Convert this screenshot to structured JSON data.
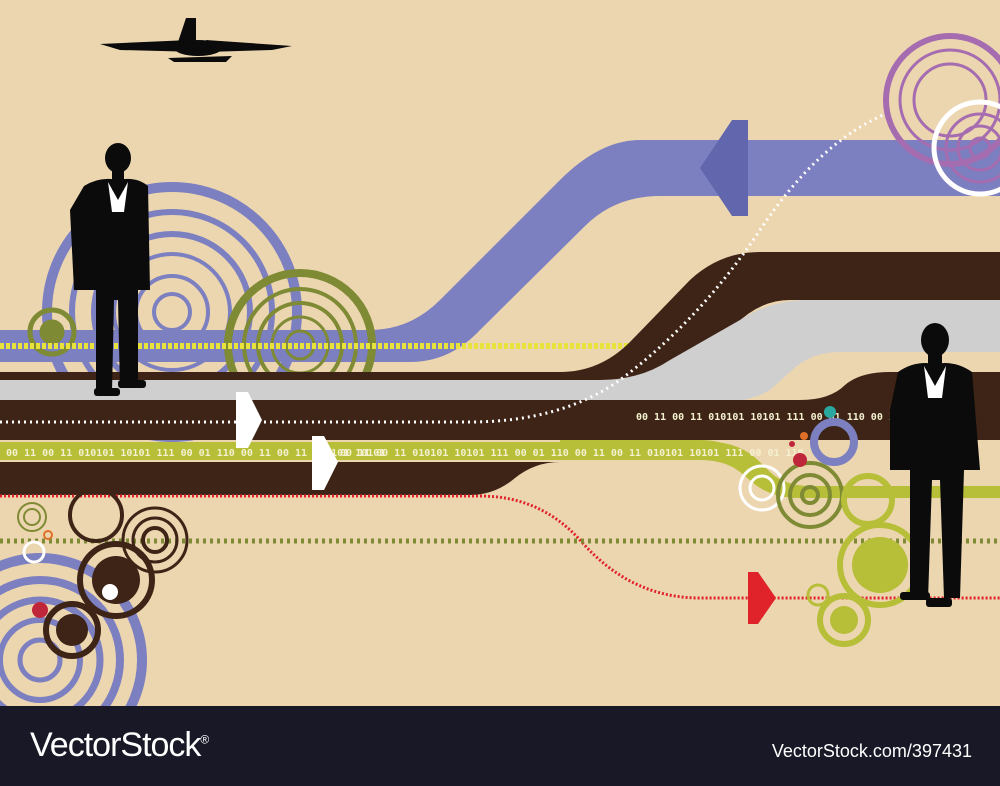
{
  "footer": {
    "brand": "VectorStock",
    "trademark": "®",
    "image_id": "VectorStock.com/397431"
  },
  "artwork": {
    "binary_strip_top": "00 11 00 11 010101 10101 111 00 01 110  00 11 00 11",
    "binary_strip_left": "00 11 00 11 010101 10101 111 00 01 110  00 11 00 11 010101 10101",
    "binary_strip_mid": "00 11 00 11 010101 10101 111 00 01 110  00 11 00 11 010101 10101 111 00 01 110",
    "colors": {
      "background": "#ecd6b0",
      "purple": "#7c7fc0",
      "brown": "#3d2416",
      "gray": "#cfcfcf",
      "olive": "#7f8a34",
      "lime": "#b7be38",
      "yellow": "#e9e23a",
      "red": "#e0232b",
      "silhouette": "#0b0b0b",
      "footer": "#181826"
    }
  }
}
